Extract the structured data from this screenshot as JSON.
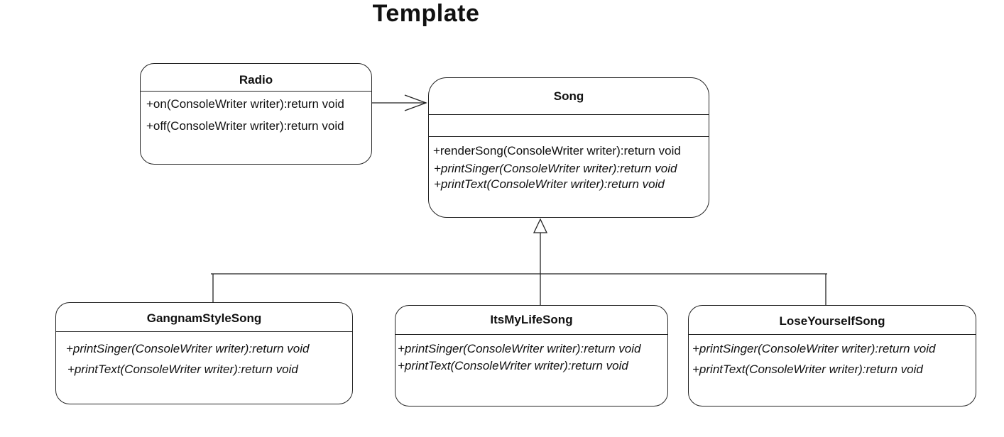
{
  "title": "Template",
  "classes": {
    "radio": {
      "name": "Radio",
      "operations": [
        "+on(ConsoleWriter writer):return void",
        "+off(ConsoleWriter writer):return void"
      ]
    },
    "song": {
      "name": "Song",
      "operations": [
        "+renderSong(ConsoleWriter writer):return void",
        "+printSinger(ConsoleWriter writer):return void",
        "+printText(ConsoleWriter writer):return void"
      ]
    },
    "gangnam": {
      "name": "GangnamStyleSong",
      "operations": [
        "+printSinger(ConsoleWriter writer):return void",
        "+printText(ConsoleWriter writer):return void"
      ]
    },
    "itsmylife": {
      "name": "ItsMyLifeSong",
      "operations": [
        "+printSinger(ConsoleWriter writer):return void",
        "+printText(ConsoleWriter writer):return void"
      ]
    },
    "loseyourself": {
      "name": "LoseYourselfSong",
      "operations": [
        "+printSinger(ConsoleWriter writer):return void",
        "+printText(ConsoleWriter writer):return void"
      ]
    }
  }
}
